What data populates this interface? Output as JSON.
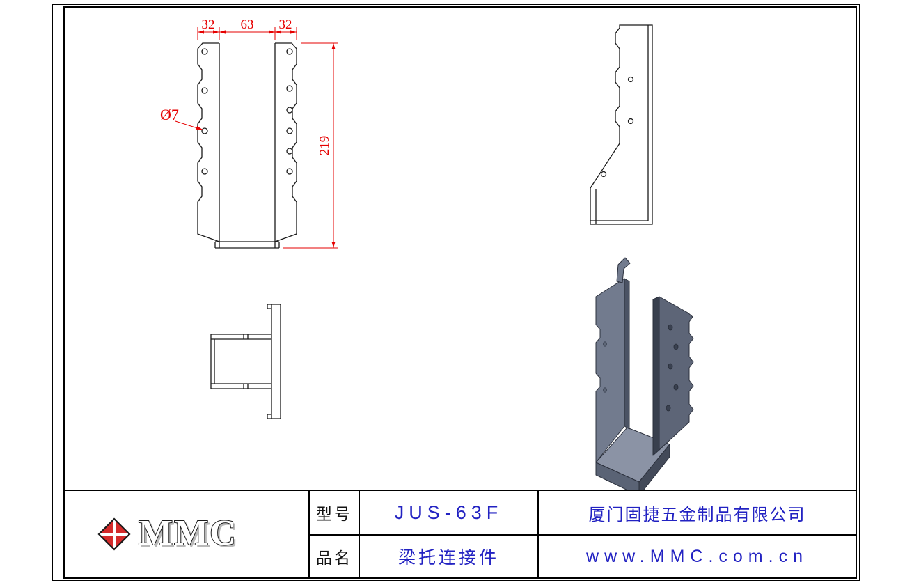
{
  "sheet": {
    "background": "#ffffff",
    "border_color": "#000000"
  },
  "views": {
    "front_view": {
      "label": "front orthographic view",
      "dim_width_left": "32",
      "dim_width_center": "63",
      "dim_width_right": "32",
      "dim_height": "219",
      "hole_callout": "Ø7",
      "dimension_color": "#e60000",
      "line_color": "#1a1a1a"
    },
    "side_view": {
      "label": "side orthographic view"
    },
    "top_view": {
      "label": "top orthographic view"
    },
    "iso_view": {
      "label": "3d isometric view of joist hanger",
      "body_color": "#5d6577",
      "light_face": "#8b93a5",
      "mid_face": "#727b8e",
      "dark_face": "#434a59"
    }
  },
  "title_block": {
    "logo_text": "MMC",
    "model_label": "型号",
    "model_value": "JUS-63F",
    "product_label": "品名",
    "product_value": "梁托连接件",
    "company_name": "厦门固捷五金制品有限公司",
    "website": "www.MMC.com.cn",
    "text_blue": "#2222c2",
    "logo_red": "#d42b2b"
  }
}
